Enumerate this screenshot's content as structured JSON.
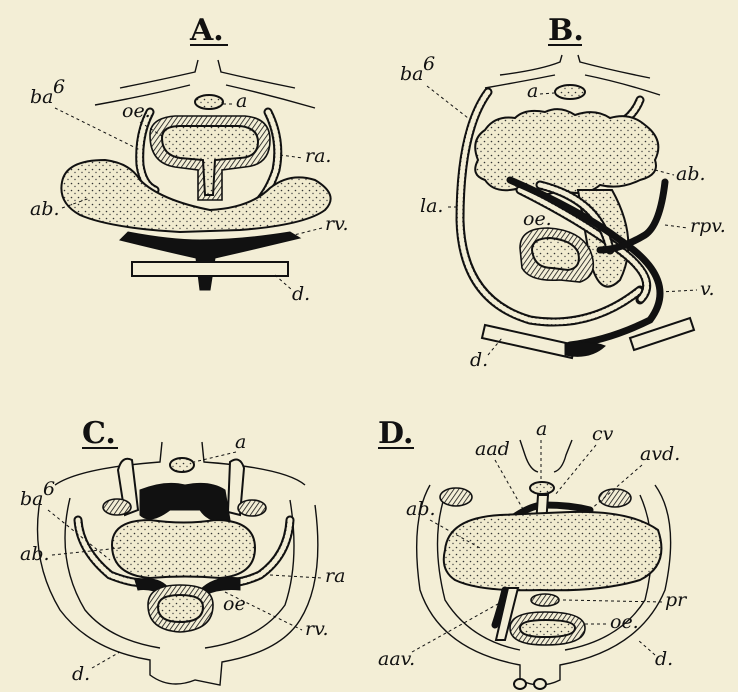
{
  "panels": {
    "A": {
      "letter": "A.",
      "labels": {
        "ba6": "ba",
        "ba6_sup": "6",
        "a": "a",
        "oe": "oe.",
        "ra": "ra.",
        "ab": "ab.",
        "rv": "rv.",
        "d": "d."
      }
    },
    "B": {
      "letter": "B.",
      "labels": {
        "ba6": "ba",
        "ba6_sup": "6",
        "a": "a",
        "ab": "ab.",
        "la": "la.",
        "rpv": "rpv.",
        "oe": "oe.",
        "v": "v.",
        "d": "d."
      }
    },
    "C": {
      "letter": "C.",
      "labels": {
        "a": "a",
        "ba6": "ba",
        "ba6_sup": "6",
        "ab": "ab.",
        "ra": "ra",
        "oe": "oe",
        "rv": "rv.",
        "d": "d."
      }
    },
    "D": {
      "letter": "D.",
      "labels": {
        "a": "a",
        "aad": "aad",
        "cv": "cv",
        "avd": "avd.",
        "ab": "ab.",
        "pr": "pr",
        "oe": "oe.",
        "aav": "aav.",
        "d": "d."
      }
    }
  },
  "colors": {
    "background": "#f3eed6",
    "ink": "#111111"
  }
}
